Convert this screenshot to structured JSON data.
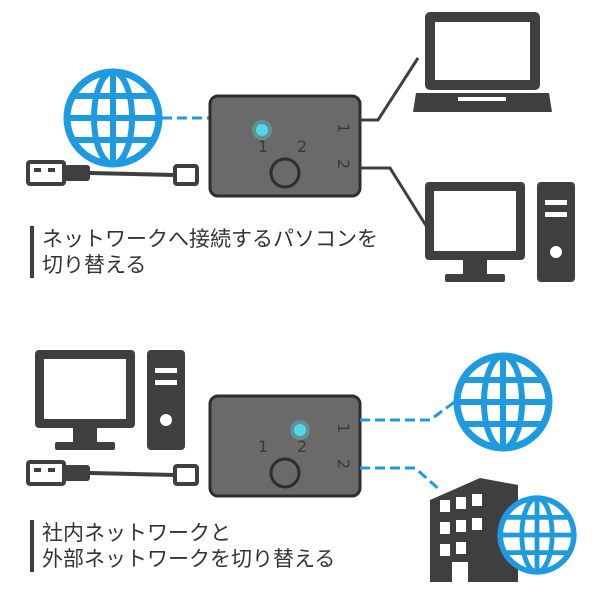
{
  "colors": {
    "globe": "#1e9be0",
    "dashed_link": "#1e9be0",
    "device": "#3f3f3f",
    "switch_body": "#6a6a6a",
    "led_active": "#53d6e6"
  },
  "icons": [
    "globe-icon",
    "laptop-icon",
    "desktop-pc-icon",
    "office-building-icon",
    "usb-plug-icon"
  ],
  "top": {
    "switch": {
      "selector_labels": [
        "1",
        "2"
      ],
      "port_labels": [
        "1",
        "2"
      ],
      "active_port": "1"
    },
    "caption_lines": [
      "ネットワークへ接続するパソコンを",
      "切り替える"
    ]
  },
  "bottom": {
    "switch": {
      "selector_labels": [
        "1",
        "2"
      ],
      "port_labels": [
        "1",
        "2"
      ],
      "active_port": "2"
    },
    "caption_lines": [
      "社内ネットワークと",
      "外部ネットワークを切り替える"
    ]
  }
}
